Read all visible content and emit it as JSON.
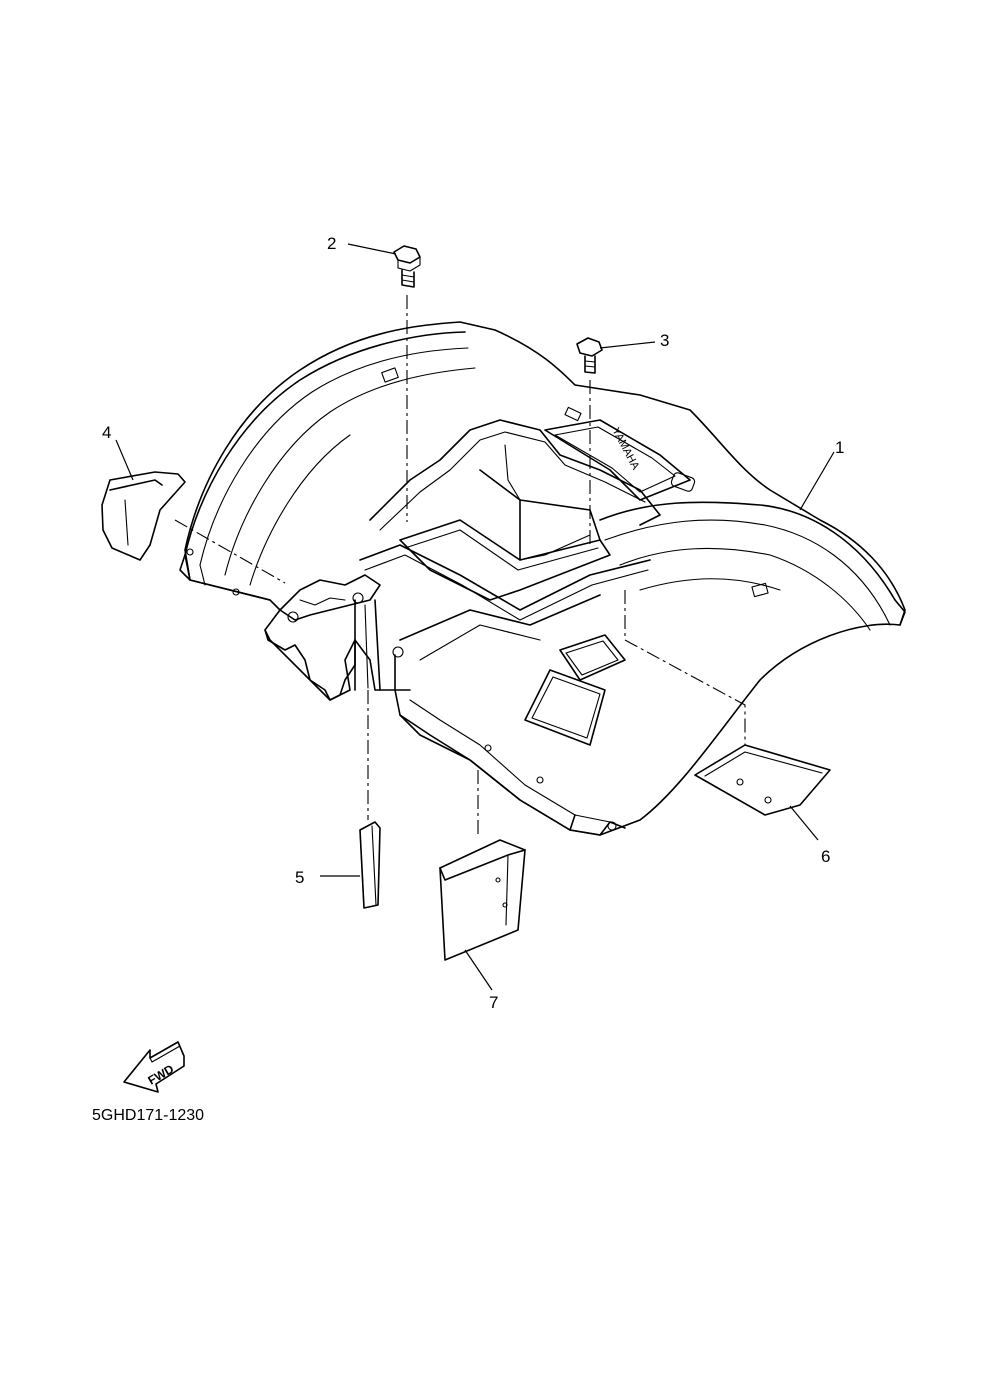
{
  "diagram": {
    "part_numbers": [
      "1",
      "2",
      "3",
      "4",
      "5",
      "6",
      "7"
    ],
    "drawing_code": "5GHD171-1230",
    "direction_arrow_label": "FWD",
    "brand_mark": "YAMAHA"
  }
}
